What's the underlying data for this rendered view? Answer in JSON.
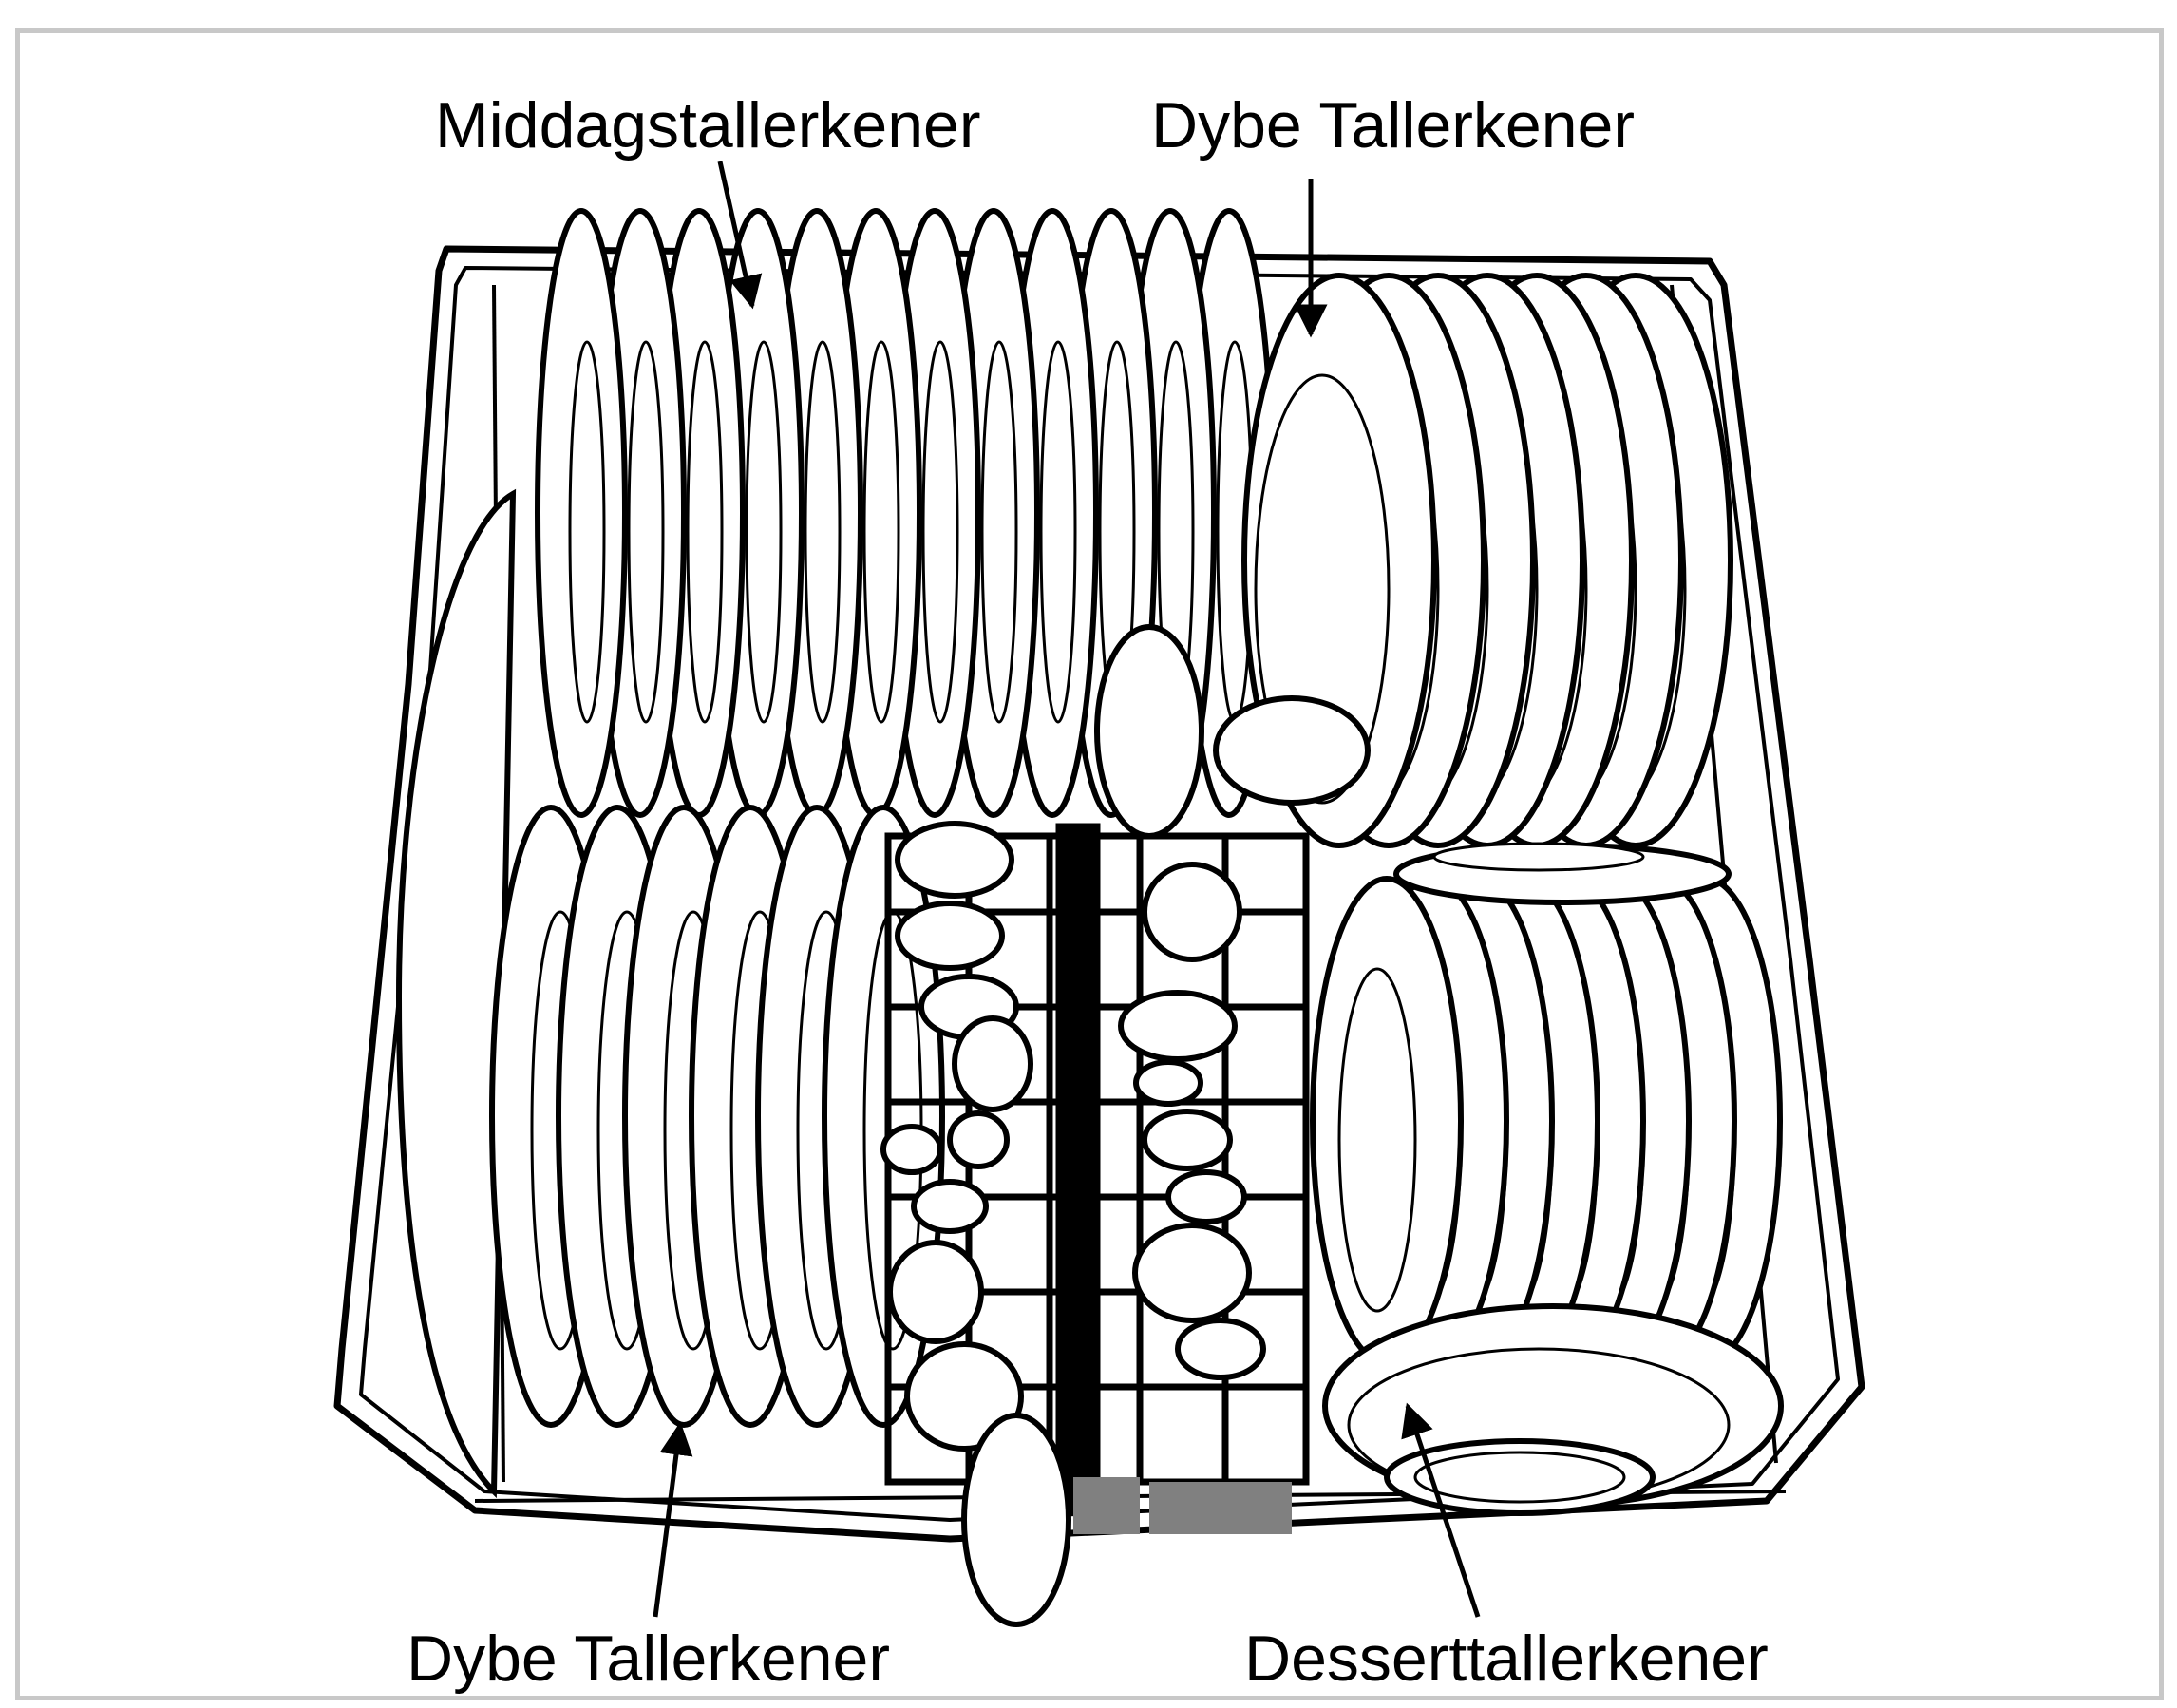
{
  "labels": {
    "dinner_plates": "Middagstallerkener",
    "deep_plates_top": "Dybe Tallerkener",
    "deep_plates_bottom": "Dybe Tallerkener",
    "dessert_plates": "Desserttallerkener"
  },
  "colors": {
    "line": "#000000",
    "frame": "#c8c8c8",
    "fill": "#ffffff",
    "grey": "#808080"
  }
}
